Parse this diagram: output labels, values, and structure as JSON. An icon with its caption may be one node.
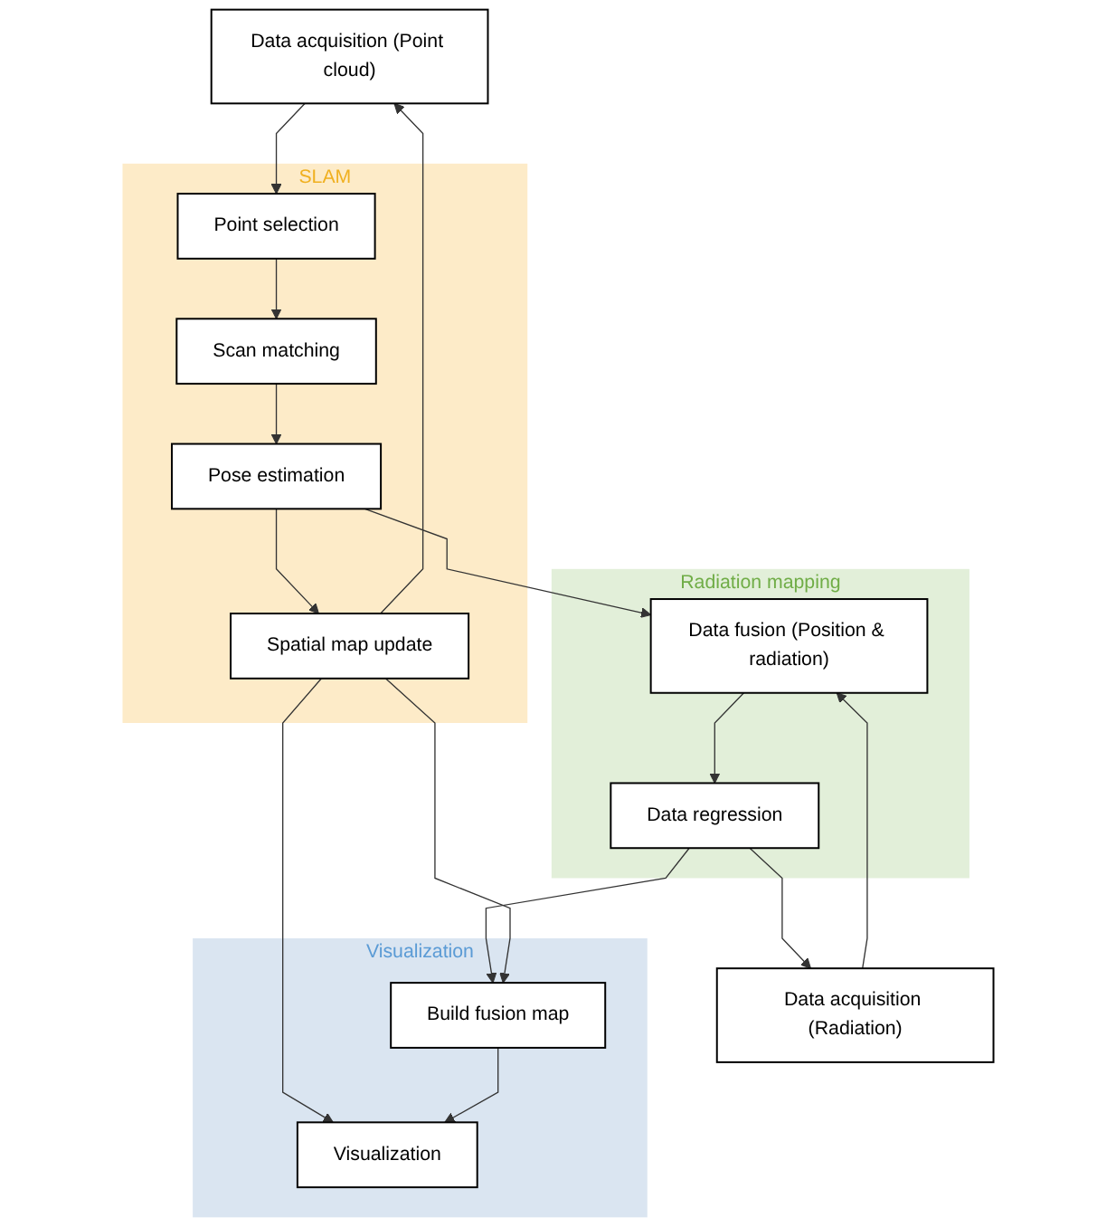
{
  "diagram": {
    "nodes": [
      {
        "text": [
          "Data acquisition (Point cloud)"
        ]
      },
      {
        "text": [
          "Data acquisition (Radiation)"
        ]
      },
      {
        "text": [
          "SLAM"
        ]
      },
      {
        "text": [
          "Point selection"
        ],
        "in": 2
      },
      {
        "text": [
          "Scan matching"
        ],
        "in": 2
      },
      {
        "text": [
          "Pose estimation"
        ],
        "in": 2
      },
      {
        "text": [
          "Spatial map update"
        ],
        "in": 2
      },
      {
        "text": [
          "Radiation mapping"
        ]
      },
      {
        "text": [
          "Data fusion (Position & radiation)"
        ],
        "in": 7
      },
      {
        "text": [
          "Data regression"
        ],
        "in": 7
      },
      {
        "text": [
          "Visualization"
        ]
      },
      {
        "text": [
          "Build fusion map"
        ],
        "in": 10
      },
      {
        "text": [
          "Visualization"
        ],
        "in": 10
      }
    ],
    "edges": [
      {
        "from": 0,
        "to": 3,
        "arrow": "to"
      },
      {
        "from": 3,
        "to": 4,
        "arrow": "to"
      },
      {
        "from": 4,
        "to": 5,
        "arrow": "to"
      },
      {
        "from": 5,
        "to": 6,
        "arrow": "to"
      },
      {
        "from": 5,
        "to": 8,
        "arrow": "to"
      },
      {
        "from": 1,
        "to": 8,
        "arrow": "to"
      },
      {
        "from": 8,
        "to": 9,
        "arrow": "to"
      },
      {
        "from": 9,
        "to": 1,
        "arrow": "to"
      },
      {
        "from": 6,
        "to": 0,
        "arrow": "to"
      },
      {
        "from": 9,
        "to": 11,
        "arrow": "to"
      },
      {
        "from": 6,
        "to": 11,
        "arrow": "to"
      },
      {
        "from": 6,
        "to": 12,
        "arrow": "to"
      },
      {
        "from": 11,
        "to": 12,
        "arrow": "to"
      }
    ]
  }
}
